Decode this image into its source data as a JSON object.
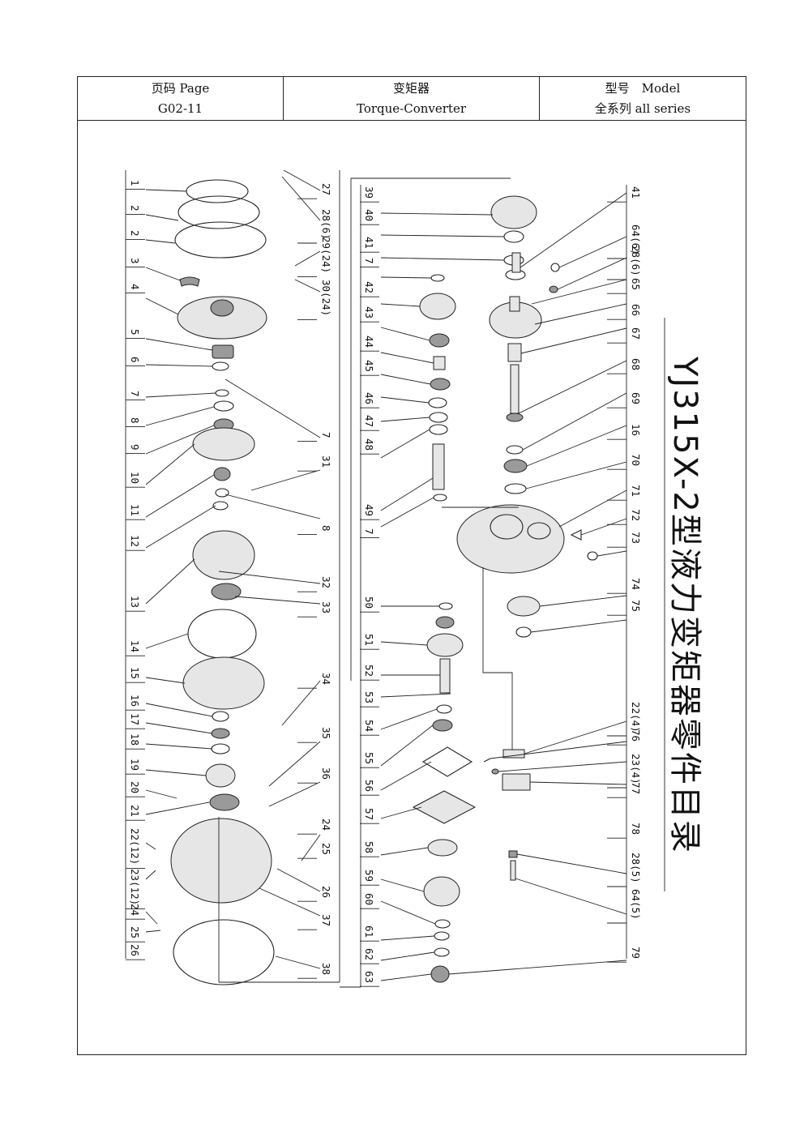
{
  "header": {
    "page_label": "页码 Page",
    "page_value": "G02-11",
    "part_title_cn": "变矩器",
    "part_title_en": "Torque-Converter",
    "model_label": "型号　Model",
    "model_value": "全系列 all series"
  },
  "diagram": {
    "title": "YJ315X-2型液力变矩器零件目录",
    "left_labels": [
      "1",
      "2",
      "2",
      "3",
      "4",
      "5",
      "6",
      "7",
      "8",
      "9",
      "10",
      "11",
      "12",
      "13",
      "14",
      "15",
      "16",
      "17",
      "18",
      "19",
      "20",
      "21",
      "22(12)",
      "23(12)",
      "24",
      "25",
      "26"
    ],
    "col2_labels": [
      "27",
      "28(6)",
      "29(24)",
      "30(24)",
      "7",
      "31",
      "8",
      "32",
      "33",
      "34",
      "35",
      "36",
      "24",
      "25",
      "26",
      "37",
      "38"
    ],
    "col3_labels": [
      "39",
      "40",
      "41",
      "7",
      "42",
      "43",
      "44",
      "45",
      "46",
      "47",
      "48",
      "49",
      "7",
      "50",
      "51",
      "52",
      "53",
      "54",
      "55",
      "56",
      "57",
      "58",
      "59",
      "60",
      "61",
      "62",
      "63"
    ],
    "right_labels": [
      "41",
      "64(6)",
      "28(6)",
      "65",
      "66",
      "67",
      "68",
      "69",
      "16",
      "70",
      "71",
      "72",
      "73",
      "74",
      "75",
      "22(4)",
      "76",
      "23(4)",
      "77",
      "78",
      "28(5)",
      "64(5)",
      "79"
    ]
  }
}
